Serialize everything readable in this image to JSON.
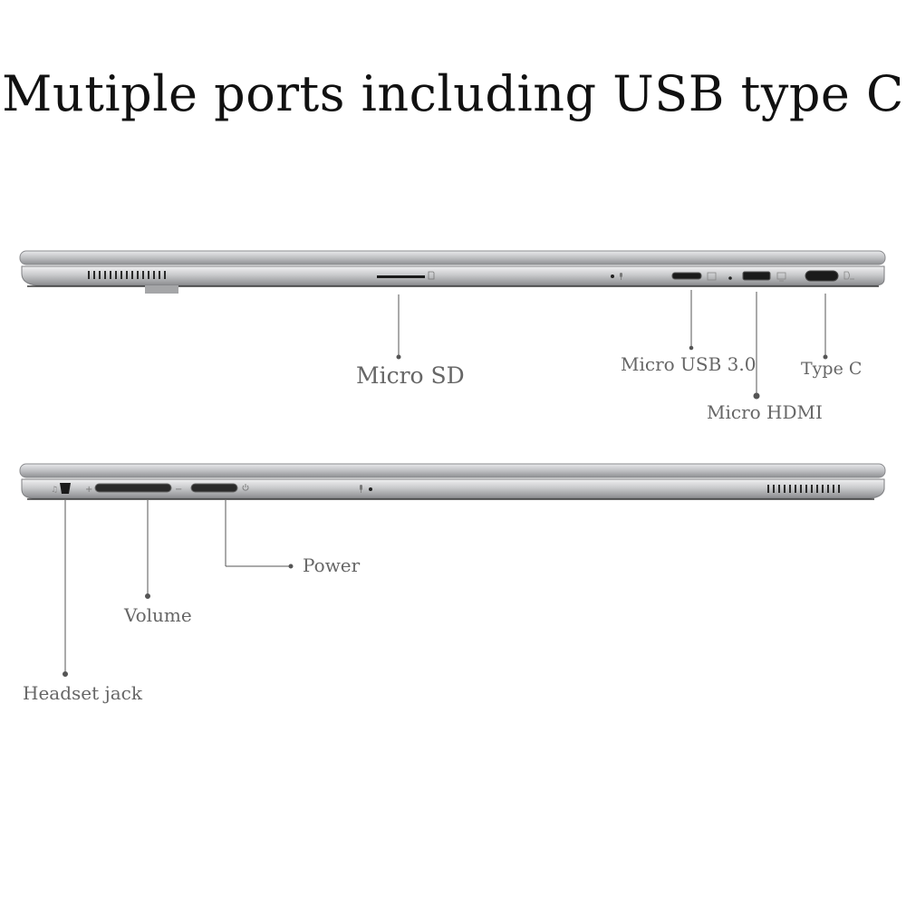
{
  "title": "Mutiple ports including USB type C",
  "top_view": {
    "labels": {
      "micro_sd": "Micro SD",
      "micro_usb": "Micro USB 3.0",
      "type_c": "Type C",
      "micro_hdmi": "Micro HDMI"
    }
  },
  "bottom_view": {
    "labels": {
      "power": "Power",
      "volume": "Volume",
      "headset_jack": "Headset jack"
    }
  },
  "colors": {
    "background": "#ffffff",
    "body_silver": "#b9babd",
    "port_dark": "#1a1a1a",
    "label_text": "#666666",
    "leader_line": "#555555"
  },
  "icons": [
    "sd-card-icon",
    "microphone-icon",
    "usb-icon",
    "hdmi-icon",
    "type-c-icon",
    "power-icon"
  ]
}
